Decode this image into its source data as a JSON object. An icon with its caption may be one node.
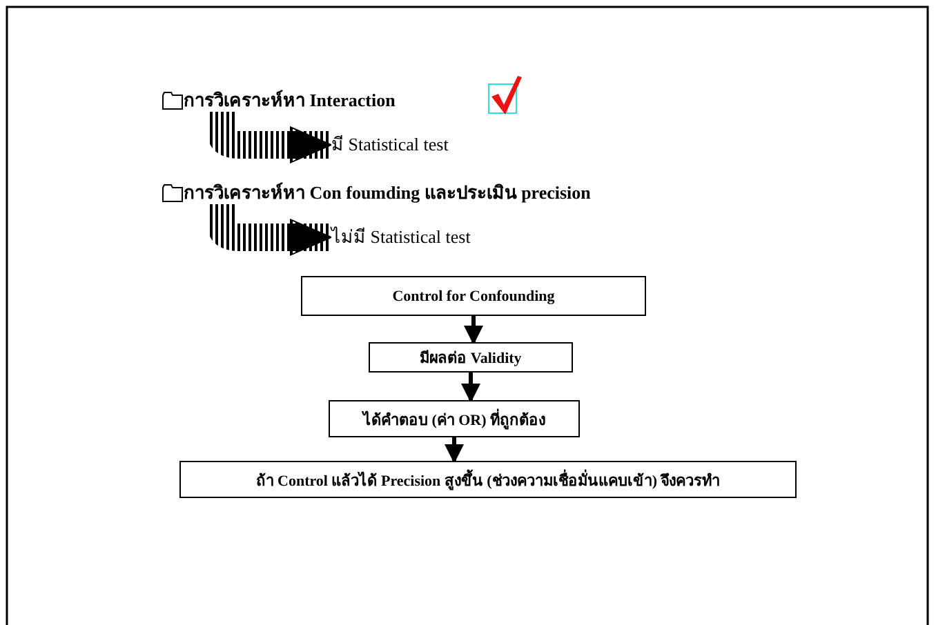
{
  "diagram": {
    "nodes": [
      {
        "text": [
          "การวิเคราะห์หา Interaction"
        ]
      },
      {
        "text": [
          "มี Statistical test"
        ]
      },
      {
        "text": [
          "การวิเคราะห์หา Con foumding และประเมิน precision"
        ]
      },
      {
        "text": [
          "ไม่มี Statistical test"
        ]
      },
      {
        "text": [
          "Control for Confounding"
        ]
      },
      {
        "text": [
          "มีผลต่อ Validity"
        ]
      },
      {
        "text": [
          "ได้คำตอบ (ค่า OR) ที่ถูกต้อง"
        ]
      },
      {
        "text": [
          "ถ้า Control แล้วได้ Precision สูงขึ้น (ช่วงความเชื่อมั่นแคบเข้า) จึงควรทำ"
        ]
      }
    ],
    "edges": [
      {
        "from": 0,
        "to": 1,
        "arrow": "to",
        "style": "thick"
      },
      {
        "from": 2,
        "to": 3,
        "arrow": "to",
        "style": "thick"
      },
      {
        "from": 4,
        "to": 5,
        "arrow": "to"
      },
      {
        "from": 5,
        "to": 6,
        "arrow": "to"
      },
      {
        "from": 6,
        "to": 7,
        "arrow": "to"
      }
    ]
  }
}
